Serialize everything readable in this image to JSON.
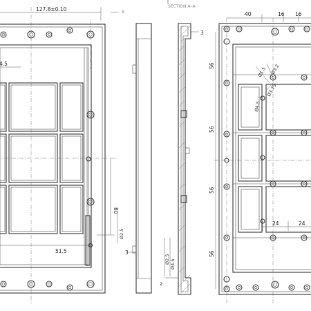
{
  "drawing": {
    "section_marker": "A",
    "section_title": "SECTION A–A",
    "front_view": {
      "width_dim": "127.8±0.10",
      "top_left_dim": "4.5",
      "height_dim": "80",
      "hole_dim": "Ø2.5",
      "offset_dim": "51.5",
      "step_dim": "3"
    },
    "section_view": {
      "thickness_dim": "3",
      "hole_dim_1": "Ø2.5",
      "hole_dim_2": "Ø4.5",
      "bottom_dim": "2"
    },
    "back_view": {
      "top_dims": [
        "40",
        "16",
        "16"
      ],
      "left_dims": [
        "56",
        "56",
        "56",
        "56"
      ],
      "hole_dims": [
        "Ø1.5",
        "Ø3.2",
        "Ø3.75",
        "Ø4.5"
      ],
      "spacing_dims": [
        "24",
        "24"
      ]
    }
  }
}
